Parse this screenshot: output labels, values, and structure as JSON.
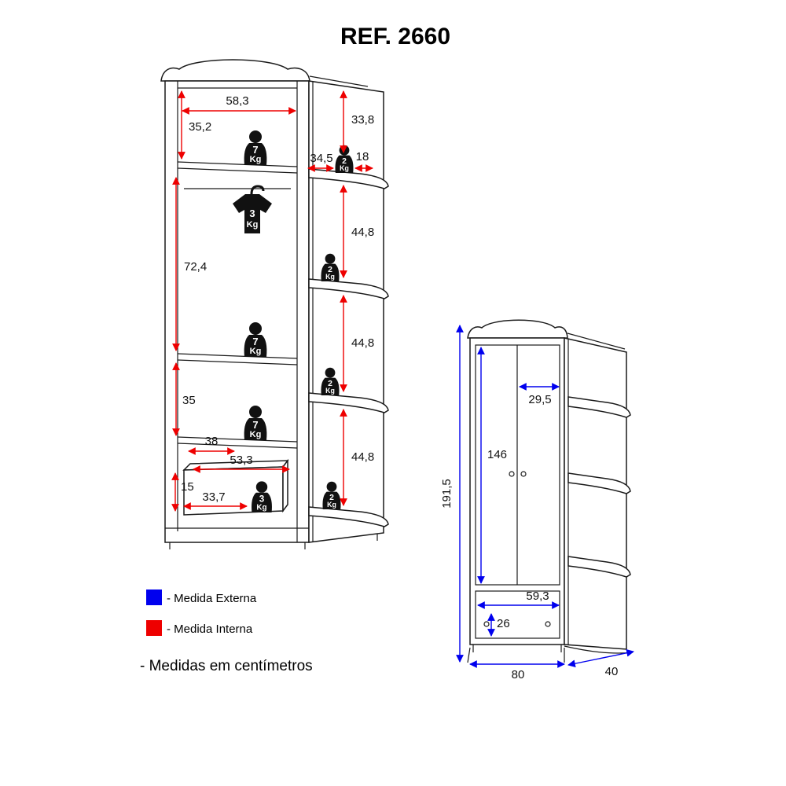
{
  "title": "REF. 2660",
  "colors": {
    "external_blue": "#0000ee",
    "internal_red": "#ee0000"
  },
  "legend": {
    "external_label": "- Medida Externa",
    "internal_label": "- Medida Interna",
    "units_note": "- Medidas em centímetros"
  },
  "internal_view": {
    "dims": {
      "top_width": "58,3",
      "top_section_height": "35,2",
      "side_top_height": "33,8",
      "side_shelf_back_depth": "34,5",
      "side_shelf_depth": "18",
      "hanging_height": "72,4",
      "side_gap_1": "44,8",
      "side_gap_2": "44,8",
      "side_gap_3": "44,8",
      "lower_height": "35",
      "lower_shelf_depth": "38",
      "drawer_width": "53,3",
      "drawer_height": "15",
      "drawer_inner_width": "33,7"
    },
    "loads": {
      "unit": "Kg",
      "top_shelf": "7",
      "hanger_rod": "3",
      "middle_shelf": "7",
      "lower_shelf": "7",
      "drawer": "3",
      "corner_shelf": "2"
    }
  },
  "external_view": {
    "dims": {
      "total_height": "191,5",
      "door_height": "146",
      "door_width": "29,5",
      "drawer_width": "59,3",
      "drawer_height": "26",
      "total_width": "80",
      "total_depth": "40"
    }
  }
}
